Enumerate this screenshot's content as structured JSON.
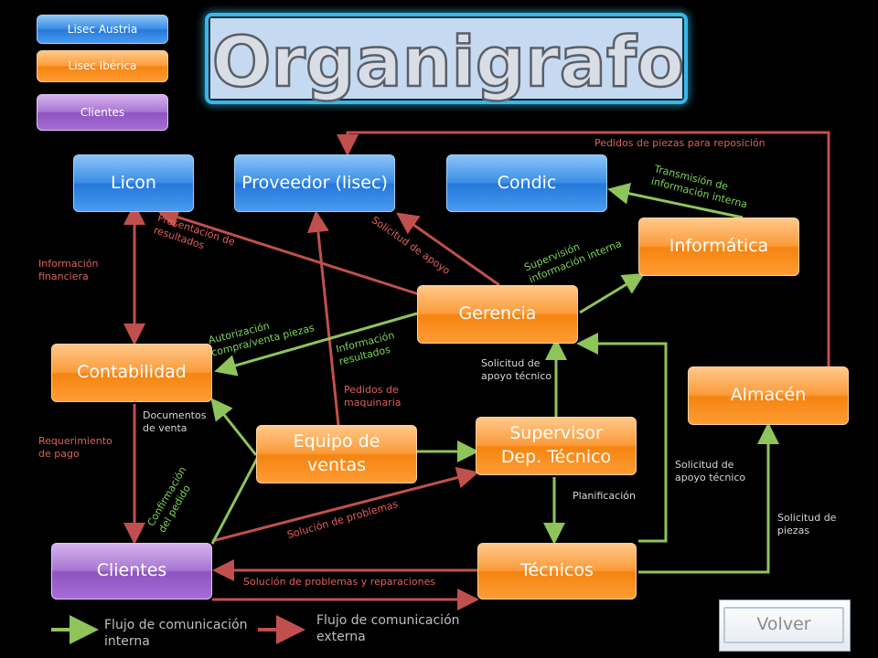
{
  "legend_buttons": [
    "Lisec Austria",
    "Lisec Ibérica",
    "Clientes"
  ],
  "title": "Organigrafo",
  "nodes": {
    "licon": "Licon",
    "proveedor": "Proveedor (lisec)",
    "condic": "Condic",
    "informatica": "Informática",
    "gerencia": "Gerencia",
    "contabilidad": "Contabilidad",
    "almacen": "Almacén",
    "equipo_ventas": "Equipo de ventas",
    "supervisor": "Supervisor Dep. Técnico",
    "clientes": "Clientes",
    "tecnicos": "Técnicos"
  },
  "edge_labels": {
    "pedidos_reposicion": "Pedidos de piezas para reposición",
    "transmision": "Transmisión de información interna",
    "presentacion": "Presentación de resultados",
    "solicitud_apoyo": "Solicitud de apoyo",
    "supervision": "Supervisión información interna",
    "info_financiera": "Información financiera",
    "autorizacion": "Autorización compra/venta piezas",
    "info_resultados": "Información resultados",
    "solicitud_apoyo_tecnico_1": "Solicitud de apoyo técnico",
    "pedidos_maquinaria": "Pedidos de maquinaria",
    "documentos_venta": "Documentos de venta",
    "requerimiento_pago": "Requerimiento de pago",
    "confirmacion_pedido": "Confirmación del pedido",
    "solucion_problemas": "Solución de problemas",
    "planificacion": "Planificación",
    "solicitud_apoyo_tecnico_2": "Solicitud de apoyo técnico",
    "solicitud_piezas": "Solicitud de piezas",
    "solucion_reparaciones": "Solución de problemas y reparaciones"
  },
  "legend": {
    "internal": "Flujo de comunicación interna",
    "external": "Flujo de comunicación externa"
  },
  "volver_label": "Volver",
  "colors": {
    "internal": "#8fc45a",
    "external": "#c0504d",
    "background": "#000000"
  }
}
